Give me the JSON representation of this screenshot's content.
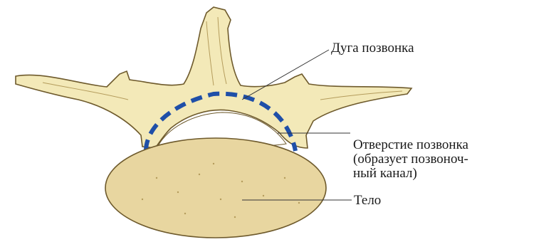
{
  "labels": {
    "arch": "Дуга позвонка",
    "foramen": "Отверстие позвонка",
    "foramen_note_line1": "(образует позвоноч-",
    "foramen_note_line2": "ный канал)",
    "body": "Тело"
  },
  "colors": {
    "background": "#ffffff",
    "bone_fill": "#f3e9b8",
    "bone_stroke": "#6e5a2c",
    "body_fill": "#e8d6a0",
    "canal_highlight": "#1f4fa8",
    "leader_line": "#333333"
  }
}
